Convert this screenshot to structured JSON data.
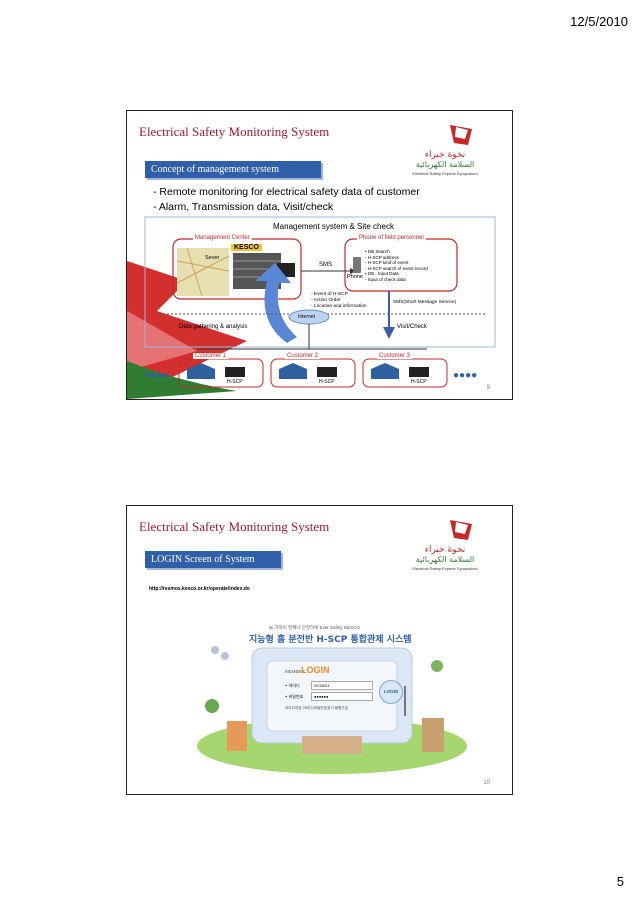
{
  "page": {
    "date": "12/5/2010",
    "number": "5"
  },
  "slide1": {
    "title": "Electrical Safety Monitoring System",
    "section": "Concept of management system",
    "bullets": [
      "- Remote monitoring for electrical safety data of customer",
      "- Alarm, Transmission data, Visit/check"
    ],
    "diagram": {
      "header": "Management system & Site check",
      "management_center": "Management Center",
      "phone_personnel": "Phone of  field personnel",
      "kesco": "KESCO",
      "server": "Sever",
      "sms": "SMS",
      "phone": "Phone",
      "db_lines": [
        "• DB  Search",
        "  - H-SCP   address",
        "  - H-SCP   kind of event",
        "  - H-SCP   search of event record",
        "• DB   : Input Data",
        "  - Input of check data"
      ],
      "event_lines": [
        "- Event of H-SCP",
        "- Action Order",
        "- Location and information"
      ],
      "sms_service": "SMS(Short Message Service)",
      "internet": "Internet",
      "data_gathering": "Data gathering & analysis",
      "visit_check": "Visit/Check",
      "customers": [
        "Customer 1",
        "Customer 2",
        "Customer 3"
      ],
      "hscp": "H-SCP"
    },
    "slide_number": "9"
  },
  "slide2": {
    "title": "Electrical Safety Monitoring System",
    "section": "LOGIN  Screen of System",
    "url": "http://resmos.kesco.or.kr/operate/index.do",
    "banner_small": "늘 가까이 언제나 안전하게 Ever Safety KESCO",
    "banner_title": "지능형 홈 분전반 H-SCP 통합관제 시스템",
    "member": "MEMBER",
    "login_title": "LOGIN",
    "id_label": "• 아이디",
    "id_value": "SCI0021",
    "pw_label": "• 비밀번호",
    "pw_value": "●●●●●●",
    "login_button": "LOGIN",
    "links": "아이디저장   아이디/비밀번호찾기  회원가입",
    "slide_number": "10"
  },
  "logo": {
    "arabic_line1": "نخوة خبراء",
    "arabic_line2": "السلامة الكهربائية",
    "english": "Electrical Safety Experts Symposium"
  }
}
